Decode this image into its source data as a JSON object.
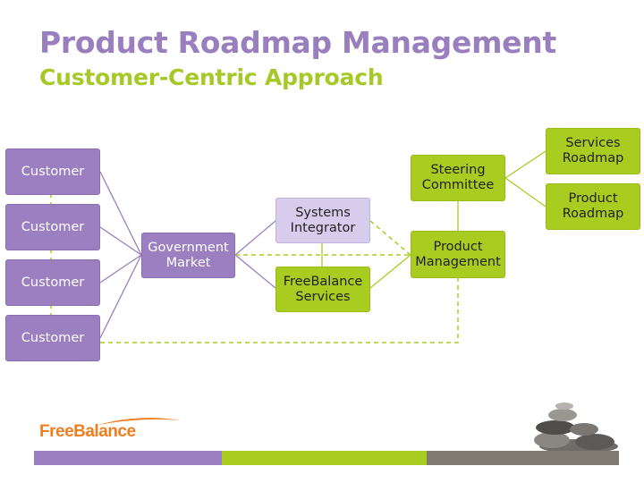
{
  "header": {
    "title": "Product Roadmap Management",
    "subtitle": "Customer-Centric Approach"
  },
  "nodes": {
    "customer1": "Customer",
    "customer2": "Customer",
    "customer3": "Customer",
    "customer4": "Customer",
    "government_market": "Government\nMarket",
    "systems_integrator": "Systems\nIntegrator",
    "freebalance_services": "FreeBalance\nServices",
    "product_management": "Product\nManagement",
    "steering_committee": "Steering\nCommittee",
    "services_roadmap": "Services\nRoadmap",
    "product_roadmap": "Product\nRoadmap"
  },
  "footer": {
    "logo_text": "FreeBalance"
  },
  "colors": {
    "purple": "#9b7fc0",
    "lilac": "#d7ccec",
    "green": "#a8cc20",
    "gray": "#7f7a72",
    "orange": "#ef7d22"
  }
}
